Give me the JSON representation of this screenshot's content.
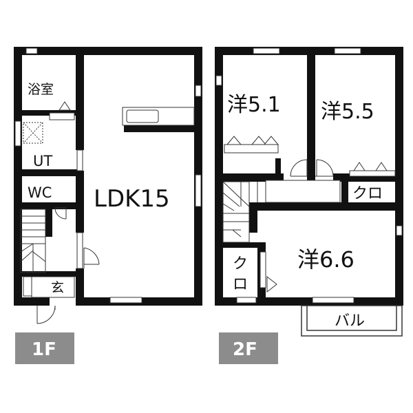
{
  "floors": [
    {
      "badge": "1F",
      "rooms": {
        "bath": "浴室",
        "utility": "UT",
        "toilet": "WC",
        "ldk": "LDK15",
        "entrance": "玄"
      }
    },
    {
      "badge": "2F",
      "rooms": {
        "western_a": "洋5.1",
        "western_b": "洋5.5",
        "closet_a": "クロ",
        "western_c": "洋6.6",
        "closet_b_top": "ク",
        "closet_b_bottom": "ロ",
        "balcony": "バル"
      }
    }
  ],
  "colors": {
    "wall": "#111111",
    "line": "#333333",
    "badge_bg": "#8c8c8c",
    "background": "#ffffff"
  }
}
